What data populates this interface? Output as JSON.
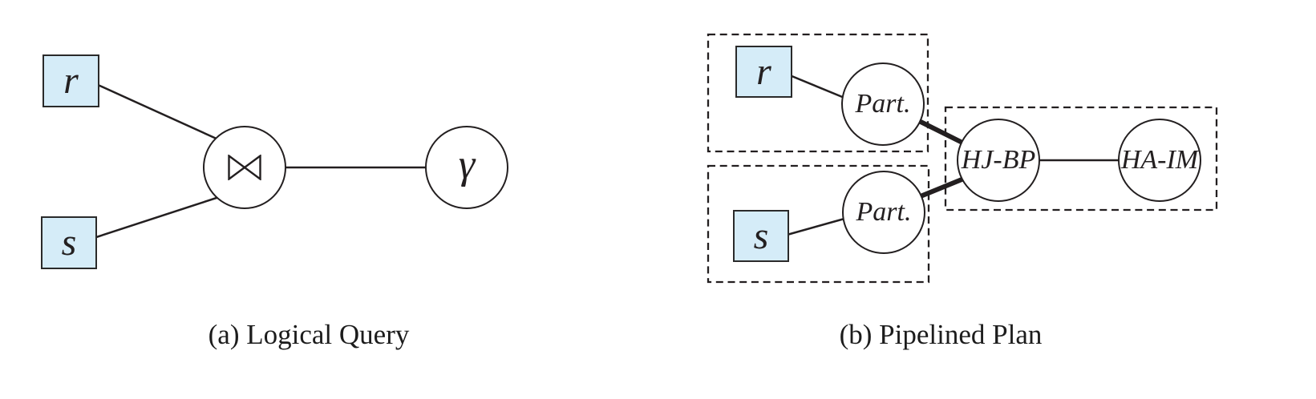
{
  "panel_a": {
    "caption": "(a) Logical Query",
    "relation_r": "r",
    "relation_s": "s",
    "join_symbol": "⋈",
    "aggregate_symbol": "γ"
  },
  "panel_b": {
    "caption": "(b) Pipelined Plan",
    "relation_r": "r",
    "relation_s": "s",
    "partition_top": "Part.",
    "partition_bottom": "Part.",
    "hash_join": "HJ-BP",
    "hash_aggregate": "HA-IM"
  },
  "colors": {
    "relation_fill": "#d5ecf8",
    "stroke": "#231f20"
  }
}
